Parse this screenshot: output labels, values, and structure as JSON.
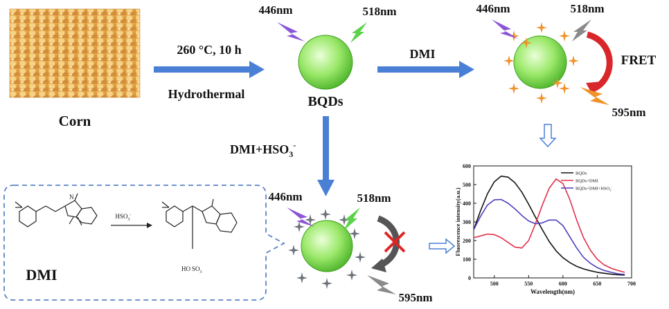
{
  "scheme": {
    "corn_label": "Corn",
    "step1_condition": "260 °C, 10 h",
    "step1_method": "Hydrothermal",
    "bqds_label": "BQDs",
    "dmi_arrow_label": "DMI",
    "fret_label": "FRET",
    "dmi_hso3_label_main": "DMI+HSO",
    "dmi_hso3_sub": "3",
    "dmi_hso3_sup": "-",
    "excitation": "446nm",
    "emission": "518nm",
    "acceptor_emission": "595nm",
    "reaction_reagent": "HSO",
    "reaction_reagent_sub": "3",
    "reaction_reagent_sup": "-",
    "dmi_structure_label": "DMI",
    "adduct_so3": "SO",
    "adduct_so3_sub": "3",
    "adduct_ho": "HO",
    "colors": {
      "arrow_blue": "#4a7fd6",
      "qd_green": "#8ee05a",
      "excite_purple": "#8a55d6",
      "emit_green": "#5bd24a",
      "quench_gray": "#8a8a8a",
      "acceptor_orange": "#f0922a",
      "fret_red": "#d9262a",
      "dash_blue": "#5b83c4"
    }
  },
  "chart_data": {
    "type": "line",
    "title": "",
    "xlabel": "Wavelength(nm)",
    "ylabel": "Fluorescence intensity(a.u.)",
    "xlim": [
      470,
      700
    ],
    "ylim": [
      0,
      600
    ],
    "xticks": [
      500,
      550,
      600,
      650,
      700
    ],
    "yticks": [
      0,
      100,
      200,
      300,
      400,
      500,
      600
    ],
    "legend_position": "top-right",
    "series": [
      {
        "name": "BQDs",
        "color": "#111111",
        "x": [
          470,
          480,
          490,
          500,
          510,
          520,
          530,
          540,
          550,
          560,
          570,
          580,
          590,
          600,
          610,
          620,
          630,
          640,
          650,
          660,
          670,
          680,
          690
        ],
        "y": [
          258,
          360,
          450,
          515,
          545,
          540,
          510,
          460,
          395,
          325,
          258,
          195,
          145,
          108,
          82,
          62,
          48,
          38,
          30,
          25,
          20,
          17,
          15
        ]
      },
      {
        "name": "BQDs+DMI",
        "color": "#e0304a",
        "x": [
          470,
          480,
          490,
          500,
          510,
          520,
          530,
          540,
          550,
          560,
          570,
          580,
          590,
          600,
          610,
          620,
          630,
          640,
          650,
          660,
          670,
          680,
          690
        ],
        "y": [
          215,
          225,
          235,
          232,
          215,
          190,
          165,
          160,
          200,
          290,
          390,
          480,
          530,
          505,
          420,
          310,
          215,
          148,
          100,
          70,
          52,
          40,
          30
        ]
      },
      {
        "name": "BQDs+DMI+HSO",
        "name_sub": "3",
        "name_sup": "-",
        "color": "#4b3fbf",
        "x": [
          470,
          480,
          490,
          500,
          510,
          520,
          530,
          540,
          550,
          560,
          570,
          580,
          590,
          600,
          610,
          620,
          630,
          640,
          650,
          660,
          670,
          680,
          690
        ],
        "y": [
          258,
          330,
          390,
          418,
          420,
          400,
          370,
          335,
          305,
          290,
          295,
          310,
          310,
          280,
          220,
          160,
          110,
          78,
          55,
          40,
          30,
          22,
          18
        ]
      }
    ]
  }
}
